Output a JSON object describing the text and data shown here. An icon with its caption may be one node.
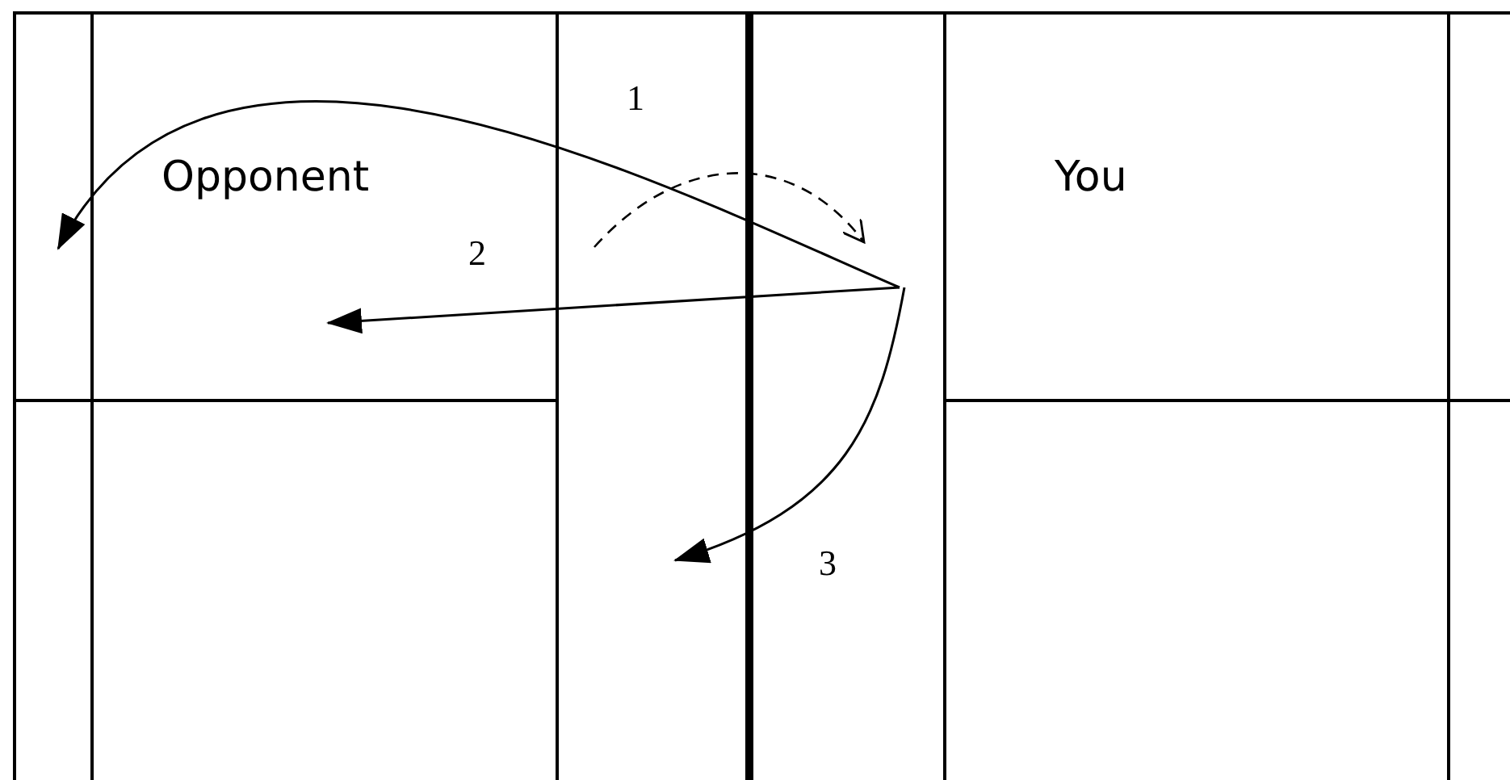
{
  "diagram": {
    "labels": [
      "1",
      "Opponent",
      "You",
      "2",
      "3"
    ]
  }
}
